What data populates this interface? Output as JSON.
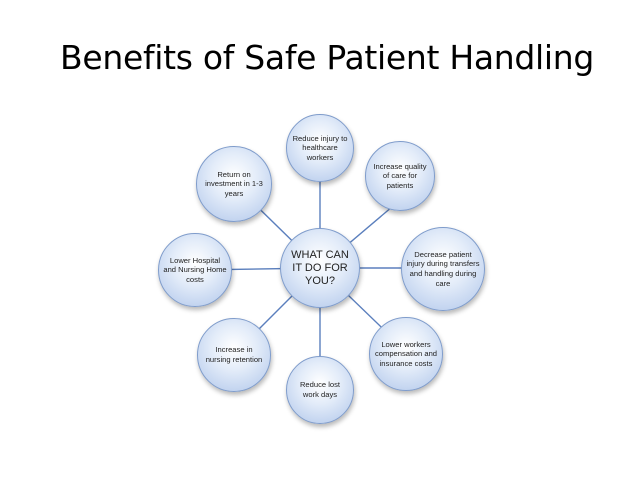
{
  "title": "Benefits of Safe Patient Handling",
  "center": {
    "label": "WHAT CAN IT DO FOR YOU?"
  },
  "benefits": [
    {
      "label": "Reduce injury to healthcare workers"
    },
    {
      "label": "Increase quality of care for patients"
    },
    {
      "label": "Decrease patient injury during transfers and handling during care"
    },
    {
      "label": "Lower workers compensation and insurance costs"
    },
    {
      "label": "Reduce lost work days"
    },
    {
      "label": "Increase in nursing retention"
    },
    {
      "label": "Lower Hospital and Nursing Home costs"
    },
    {
      "label": "Return on investment in 1-3 years"
    }
  ],
  "colors": {
    "node_fill": "#c4d5f0",
    "node_border": "#7f9ccb",
    "connector": "#5b7fbd"
  }
}
